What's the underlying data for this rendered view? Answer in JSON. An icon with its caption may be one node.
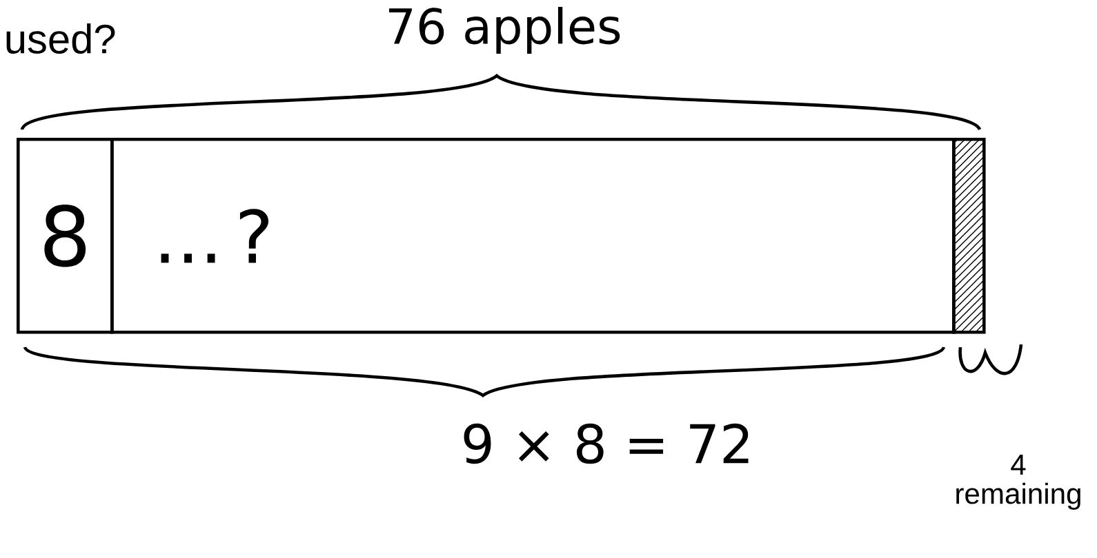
{
  "diagram": {
    "nodes": [
      {
        "text": [
          "8"
        ]
      },
      {
        "text": [
          "... ?"
        ]
      },
      {
        "text": [],
        "shape": "box"
      }
    ],
    "labels": [
      "used?",
      "76 apples",
      "9 × 8 = 72",
      "4 remaining"
    ]
  }
}
